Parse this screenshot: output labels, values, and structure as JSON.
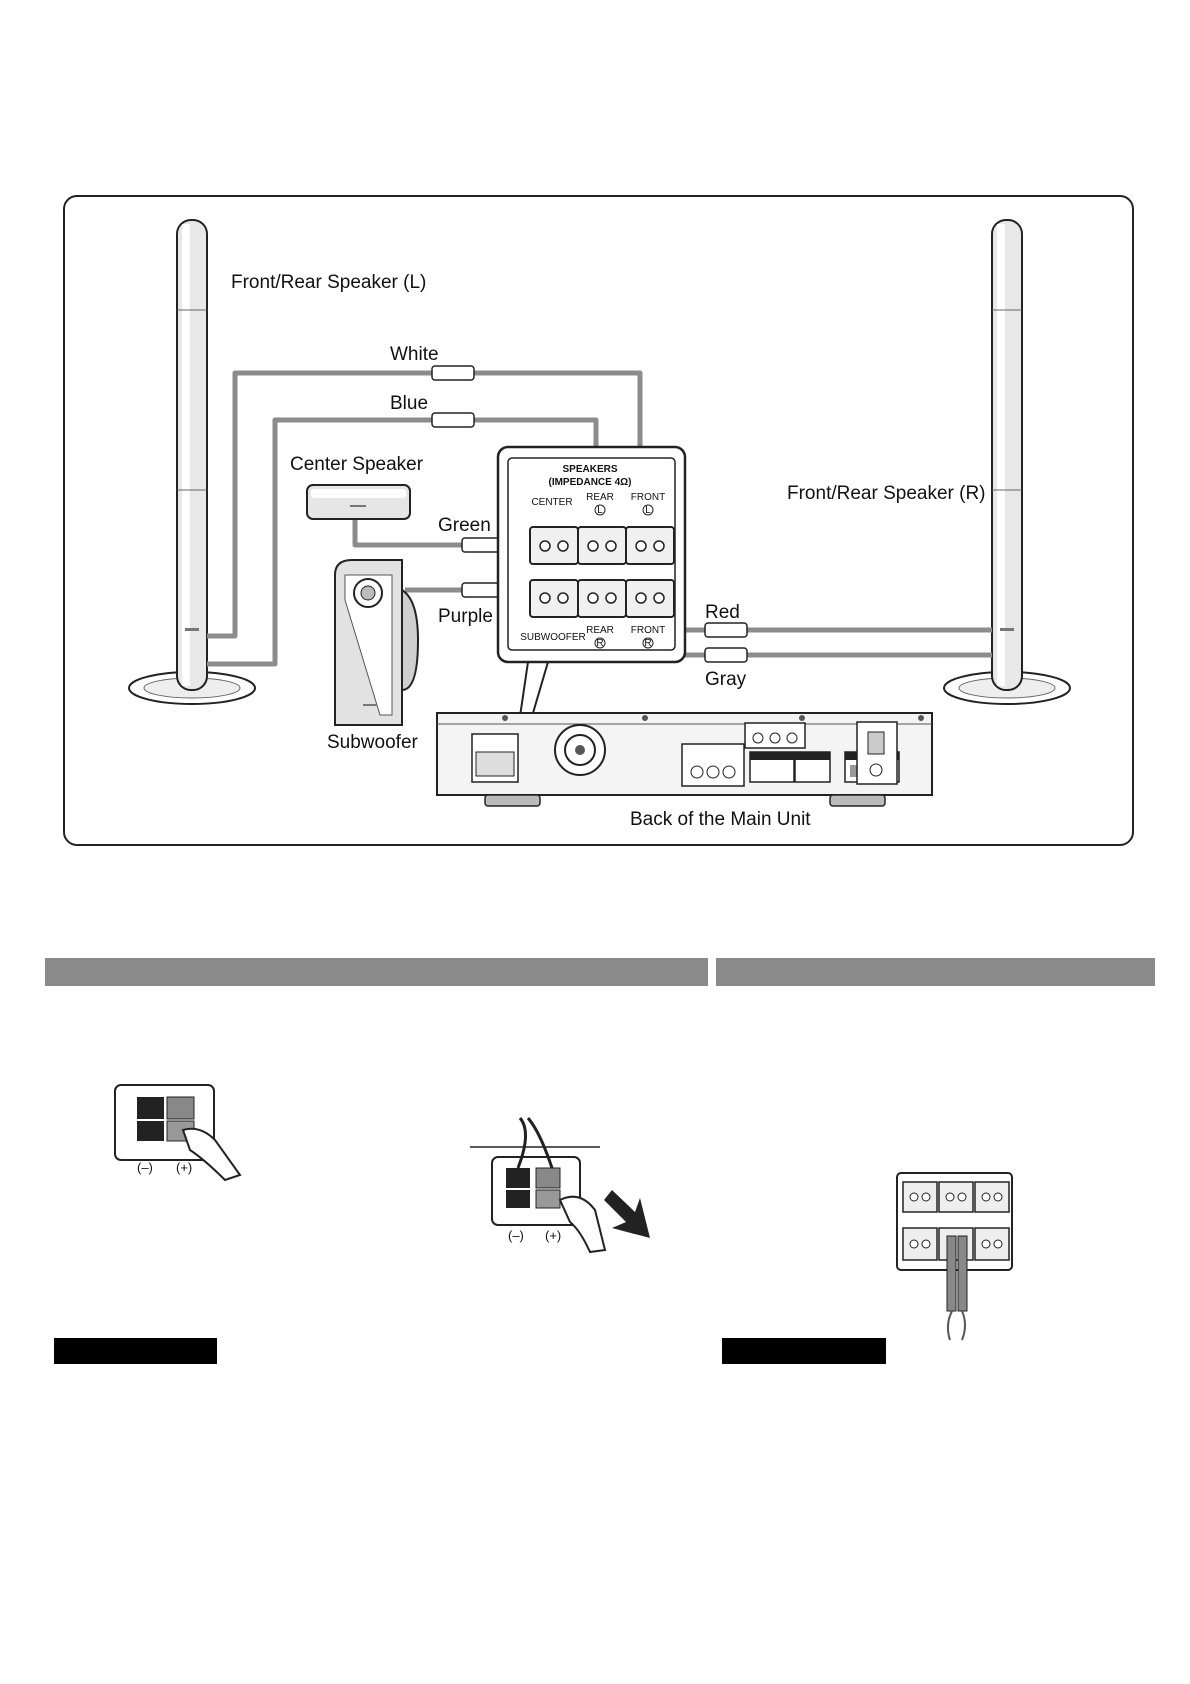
{
  "diagram": {
    "labels": {
      "front_rear_left": "Front/Rear Speaker (L)",
      "front_rear_right": "Front/Rear Speaker (R)",
      "center_speaker": "Center Speaker",
      "subwoofer": "Subwoofer",
      "back_of_main_unit": "Back of the Main Unit"
    },
    "wires": {
      "white": "White",
      "blue": "Blue",
      "green": "Green",
      "purple": "Purple",
      "red": "Red",
      "gray": "Gray"
    },
    "terminal_panel": {
      "title_line1": "SPEAKERS",
      "title_line2": "(IMPEDANCE 4Ω)",
      "center": "CENTER",
      "rear_top": "REAR",
      "front_top": "FRONT",
      "rear_top_mark": "L",
      "front_top_mark": "L",
      "subwoofer": "SUBWOOFER",
      "rear_bottom": "REAR",
      "front_bottom": "FRONT",
      "rear_bottom_mark": "R",
      "front_bottom_mark": "R"
    }
  },
  "steps": {
    "polarity_minus": "(–)",
    "polarity_plus": "(+)"
  },
  "colors": {
    "wire": "#8c8c8c",
    "section_bar": "#8a8a8a",
    "note_bar": "#000000"
  }
}
